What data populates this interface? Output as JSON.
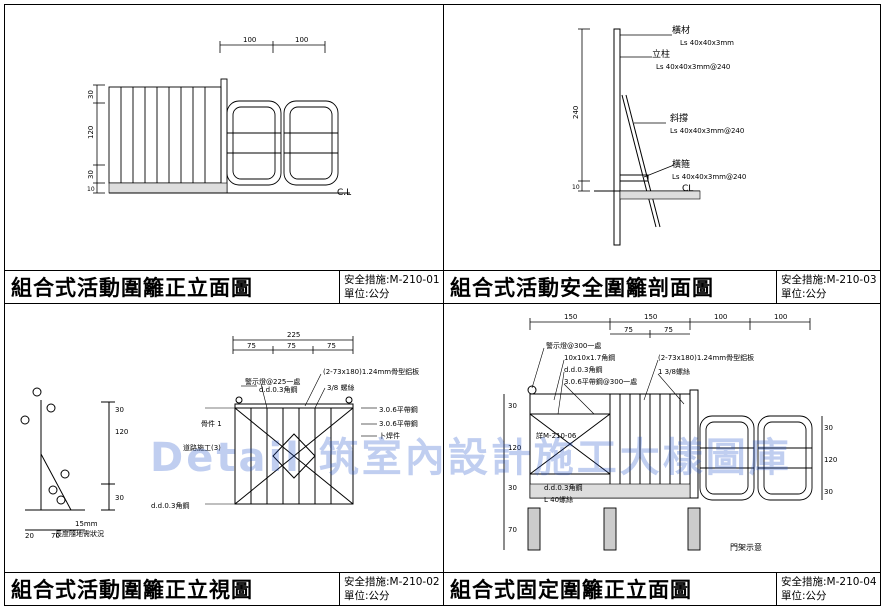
{
  "watermark": "Detail 筑室內設計施工大樣圖庫",
  "panels": [
    {
      "title": "組合式活動圍籬正立面圖",
      "code": "安全措施:M-210-01",
      "unit": "單位:公分",
      "labels": {
        "d1": "100",
        "d2": "100",
        "v1": "30",
        "v2": "120",
        "v3": "30",
        "v4": "10",
        "cl": "C.L"
      }
    },
    {
      "title": "組合式活動安全圍籬剖面圖",
      "code": "安全措施:M-210-03",
      "unit": "單位:公分",
      "labels": {
        "a1": "橫材",
        "a1s": "Ls 40x40x3mm",
        "a2": "立柱",
        "a2s": "Ls 40x40x3mm@240",
        "a3": "斜撐",
        "a3s": "Ls 40x40x3mm@240",
        "a4": "橫箍",
        "a4s": "Ls 40x40x3mm@240",
        "h1": "240",
        "h2": "10",
        "cl": "CL"
      }
    },
    {
      "title": "組合式活動圍籬正立視圖",
      "code": "安全措施:M-210-02",
      "unit": "單位:公分",
      "labels": {
        "t225": "225",
        "t75a": "75",
        "t75b": "75",
        "t75c": "75",
        "n1": "警示燈@225一處",
        "n2": "(2-73x180)1.24mm骨型鋁板",
        "n3": "d.d.0.3角鋼",
        "n4": "3/8 螺絲",
        "n5": "3.0.6平帶鋼",
        "n6": "3.0.6平帶鋼",
        "n7": "卜焊件",
        "n8": "骨件 1",
        "n9": "道路施工(3)",
        "n10": "d.d.0.3角鋼",
        "s1": "70",
        "s2": "20",
        "s3": "15mm",
        "s4": "長度隨地需狀況",
        "sv1": "30",
        "sv2": "120",
        "sv3": "30"
      }
    },
    {
      "title": "組合式固定圍籬正立面圖",
      "code": "安全措施:M-210-04",
      "unit": "單位:公分",
      "labels": {
        "t150a": "150",
        "t150b": "150",
        "t100a": "100",
        "t100b": "100",
        "t75a": "75",
        "t75b": "75",
        "n1": "警示燈@300一處",
        "n2": "10x10x1.7角鋼",
        "n3": "(2-73x180)1.24mm骨型鋁板",
        "n4": "d.d.0.3角鋼",
        "n5": "3.0.6平帶鋼@300一處",
        "n6": "1 3/8螺絲",
        "n7": "詳M-210-06",
        "n8": "d.d.0.3角鋼",
        "n9": "L 40螺絲",
        "v1": "30",
        "v2": "120",
        "v3": "30",
        "v4": "70",
        "r1": "30",
        "r2": "120",
        "r3": "30",
        "gate": "門架示意"
      }
    }
  ]
}
